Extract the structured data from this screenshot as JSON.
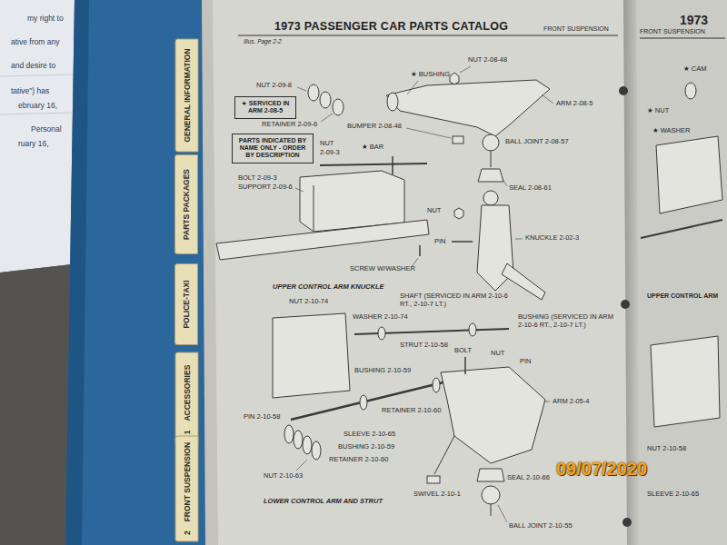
{
  "diagram": {
    "title": "1973 PASSENGER CAR PARTS CATALOG",
    "nodes": [
      {
        "text": [
          "GENERAL INFORMATION"
        ]
      },
      {
        "text": [
          "PARTS PACKAGES"
        ]
      },
      {
        "text": [
          "POLICE-TAXI"
        ]
      },
      {
        "text": [
          "ACCESSORIES",
          "1"
        ]
      },
      {
        "text": [
          "FRONT SUSPENSION",
          "2"
        ]
      },
      {
        "text": [
          "★ SERVICED IN ARM 2-08-5"
        ]
      },
      {
        "text": [
          "PARTS INDICATED BY NAME ONLY - ORDER BY DESCRIPTION"
        ]
      }
    ],
    "labels": [
      "Illus. Page 2-2",
      "FRONT SUSPENSION",
      "NUT 2-09-8",
      "★ BUSHING",
      "NUT 2-08-48",
      "ARM 2-08-5",
      "RETAINER 2-09-6",
      "BUMPER 2-08-48",
      "BALL JOINT 2-08-57",
      "NUT",
      "2-09-3",
      "★ BAR",
      "BOLT 2-09-3",
      "SUPPORT 2-09-6",
      "SEAL 2-08-61",
      "NUT",
      "PIN",
      "KNUCKLE 2-02-3",
      "SCREW W/WASHER",
      "UPPER CONTROL ARM KNUCKLE",
      "NUT 2-10-74",
      "SHAFT (SERVICED IN ARM 2-10-6 RT., 2-10-7 LT.)",
      "WASHER 2-10-74",
      "BUSHING (SERVICED IN ARM 2-10-6 RT., 2-10-7 LT.)",
      "STRUT 2-10-58",
      "BOLT",
      "NUT",
      "PIN",
      "BUSHING 2-10-59",
      "ARM 2-05-4",
      "RETAINER 2-10-60",
      "PIN 2-10-58",
      "SLEEVE 2-10-65",
      "BUSHING 2-10-59",
      "RETAINER 2-10-60",
      "NUT 2-10-63",
      "SEAL 2-10-66",
      "SWIVEL 2-10-1",
      "LOWER CONTROL ARM AND STRUT",
      "BALL JOINT 2-10-55",
      "09/07/2020",
      "1973",
      "FRONT SUSPENSION",
      "★ CAM",
      "★ NUT",
      "★ WASHER",
      "UPPER CONTROL ARM",
      "NUT 2-10-58",
      "SLEEVE 2-10-65",
      "my right to",
      "ative from any",
      "and desire to",
      "tative\") has",
      "ebruary 16,",
      "Personal",
      "ruary 16,"
    ]
  }
}
